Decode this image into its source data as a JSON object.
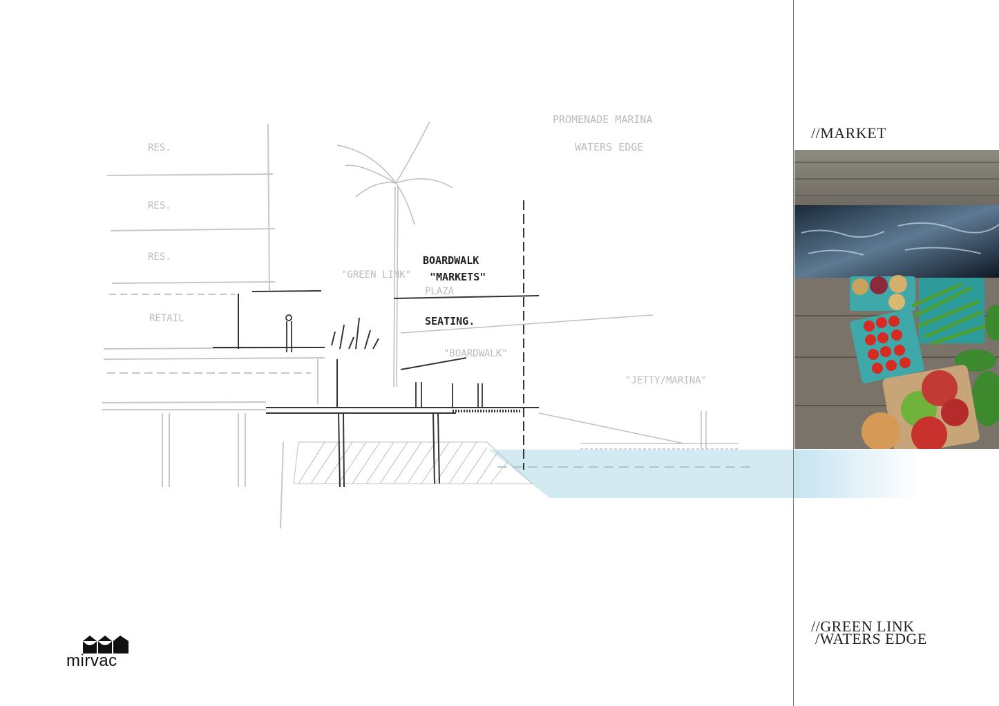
{
  "panel": {
    "market_title": "//MARKET",
    "bottom_title_line1": "//GREEN LINK",
    "bottom_title_line2": "/WATERS EDGE"
  },
  "sketch_notes": {
    "res_1": "RES.",
    "res_2": "RES.",
    "res_3": "RES.",
    "retail": "RETAIL",
    "green_link": "\"GREEN LINK\"",
    "boardwalk": "BOARDWALK",
    "markets": "\"MARKETS\"",
    "plaza": "PLAZA",
    "promenade_marina": "PROMENADE MARINA",
    "waters_edge": "WATERS EDGE",
    "seating": "SEATING.",
    "boardwalk_2": "\"BOARDWALK\"",
    "jetty_marina": "\"JETTY/MARINA\""
  },
  "logo": {
    "text": "mirvac"
  },
  "colors": {
    "water": "#bfe1ee",
    "divider": "#777777",
    "sketch_grey": "#bdbdbd",
    "sketch_dark": "#333333"
  }
}
